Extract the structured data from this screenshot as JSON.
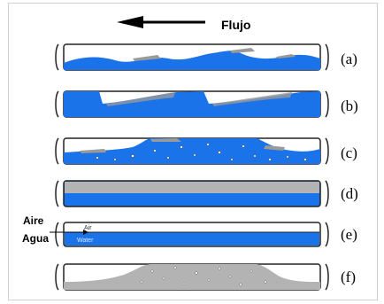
{
  "flow": {
    "label": "Flujo"
  },
  "patterns": [
    {
      "label": "(a)"
    },
    {
      "label": "(b)"
    },
    {
      "label": "(c)"
    },
    {
      "label": "(d)"
    },
    {
      "label": "(e)"
    },
    {
      "label": "(f)"
    }
  ],
  "side_labels": {
    "air": "Aire",
    "water": "Agua"
  },
  "inner_labels": {
    "air": "Air",
    "water": "Water"
  },
  "colors": {
    "water": "#1a73e8",
    "gas": "#b3b3b3",
    "pipe_outline": "#222222"
  }
}
